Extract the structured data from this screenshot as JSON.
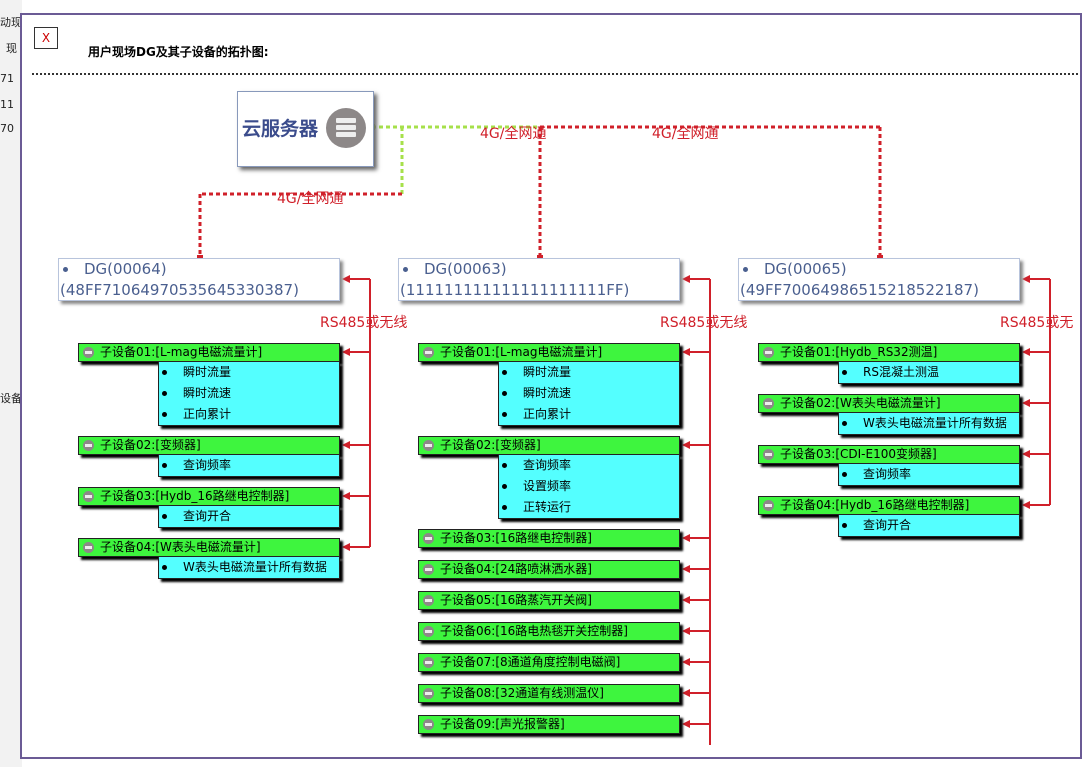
{
  "background": {
    "fragments": [
      "动现",
      "现",
      "71",
      "11",
      "70",
      "设备"
    ]
  },
  "modal": {
    "close_label": "X",
    "title": "用户现场DG及其子设备的拓扑图:"
  },
  "server": {
    "label": "云服务器"
  },
  "link_labels": {
    "uplink": "4G/全网通",
    "downlink": "RS485或无线"
  },
  "groups": [
    {
      "dg": {
        "name": "DG(00064)",
        "id": "(48FF71064970535645330387)"
      },
      "downlink_label": "RS485或无线",
      "children": [
        {
          "label": "子设备01:[L-mag电磁流量计]",
          "items": [
            "瞬时流量",
            "瞬时流速",
            "正向累计"
          ]
        },
        {
          "label": "子设备02:[变频器]",
          "items": [
            "查询频率"
          ]
        },
        {
          "label": "子设备03:[Hydb_16路继电控制器]",
          "items": [
            "查询开合"
          ]
        },
        {
          "label": "子设备04:[W表头电磁流量计]",
          "items": [
            "W表头电磁流量计所有数据"
          ]
        }
      ]
    },
    {
      "dg": {
        "name": "DG(00063)",
        "id": "(111111111111111111111FF)"
      },
      "downlink_label": "RS485或无线",
      "children": [
        {
          "label": "子设备01:[L-mag电磁流量计]",
          "items": [
            "瞬时流量",
            "瞬时流速",
            "正向累计"
          ]
        },
        {
          "label": "子设备02:[变频器]",
          "items": [
            "查询频率",
            "设置频率",
            "正转运行"
          ]
        },
        {
          "label": "子设备03:[16路继电控制器]",
          "items": []
        },
        {
          "label": "子设备04:[24路喷淋洒水器]",
          "items": []
        },
        {
          "label": "子设备05:[16路蒸汽开关阀]",
          "items": []
        },
        {
          "label": "子设备06:[16路电热毯开关控制器]",
          "items": []
        },
        {
          "label": "子设备07:[8通道角度控制电磁阀]",
          "items": []
        },
        {
          "label": "子设备08:[32通道有线测温仪]",
          "items": []
        },
        {
          "label": "子设备09:[声光报警器]",
          "items": []
        }
      ]
    },
    {
      "dg": {
        "name": "DG(00065)",
        "id": "(49FF70064986515218522187)"
      },
      "downlink_label": "RS485或无",
      "children": [
        {
          "label": "子设备01:[Hydb_RS32测温]",
          "items": [
            "RS混凝土测温"
          ]
        },
        {
          "label": "子设备02:[W表头电磁流量计]",
          "items": [
            "W表头电磁流量计所有数据"
          ]
        },
        {
          "label": "子设备03:[CDI-E100变频器]",
          "items": [
            "查询频率"
          ]
        },
        {
          "label": "子设备04:[Hydb_16路继电控制器]",
          "items": [
            "查询开合"
          ]
        }
      ]
    }
  ],
  "colors": {
    "child_header": "#3ef53e",
    "child_items": "#54ffff",
    "link_red": "#d0202a",
    "link_green": "#a6e04a",
    "dg_text": "#4a5f8f"
  },
  "icons": [
    "server-icon",
    "device-icon",
    "arrow-left-icon"
  ]
}
